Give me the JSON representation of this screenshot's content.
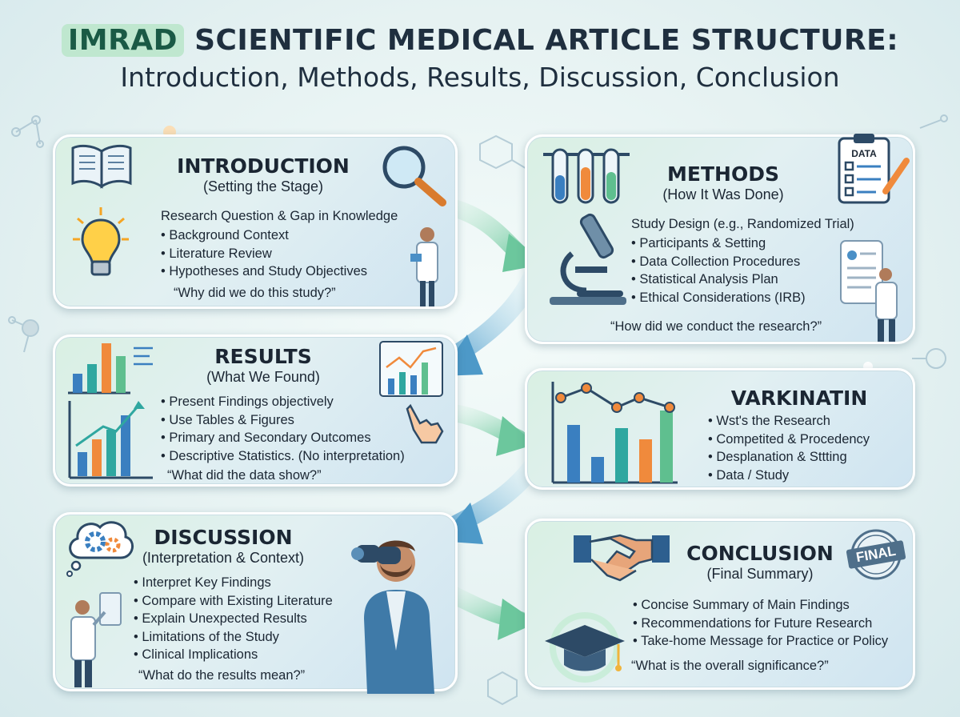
{
  "title": {
    "highlight": "IMRAD",
    "line1_rest": " SCIENTIFIC MEDICAL ARTICLE STRUCTURE:",
    "line2": "Introduction, Methods, Results, Discussion, Conclusion"
  },
  "introduction": {
    "heading": "INTRODUCTION",
    "subheading": "(Setting the Stage)",
    "lead": "Research Question & Gap in Knowledge",
    "items": [
      "Background Context",
      "Literature Review",
      "Hypotheses and Study Objectives"
    ],
    "quote": "“Why did we do this study?”"
  },
  "methods": {
    "heading": "METHODS",
    "subheading": "(How It Was Done)",
    "lead": "Study Design (e.g., Randomized Trial)",
    "items": [
      "Participants & Setting",
      "Data Collection Procedures",
      "Statistical Analysis Plan",
      "Ethical Considerations (IRB)"
    ],
    "quote": "“How did we conduct the research?”",
    "clipboard_label": "DATA"
  },
  "results": {
    "heading": "RESULTS",
    "subheading": "(What We Found)",
    "items": [
      "Present Findings objectively",
      "Use Tables & Figures",
      "Primary and Secondary Outcomes",
      "Descriptive Statistics. (No interpretation)"
    ],
    "quote": "“What did the data show?”"
  },
  "varkinatin": {
    "heading": "VARKINATIN",
    "items": [
      "Wst's the Research",
      "Competited & Procedency",
      "Desplanation & Sttting",
      "Data / Study"
    ]
  },
  "discussion": {
    "heading": "DISCUSSION",
    "subheading": "(Interpretation & Context)",
    "items": [
      "Interpret Key Findings",
      "Compare with Existing Literature",
      "Explain Unexpected Results",
      "Limitations of the Study",
      "Clinical Implications"
    ],
    "quote": "“What do the results mean?”"
  },
  "conclusion": {
    "heading": "CONCLUSION",
    "subheading": "(Final Summary)",
    "items": [
      "Concise Summary of Main Findings",
      "Recommendations for Future Research",
      "Take-home Message for Practice or Policy"
    ],
    "quote": "“What is the overall significance?”",
    "stamp_label": "FINAL"
  },
  "colors": {
    "accent_green": "#5fbf8f",
    "accent_blue": "#4a8fc6",
    "bar_orange": "#f08a3c",
    "bar_teal": "#2fa7a0"
  }
}
